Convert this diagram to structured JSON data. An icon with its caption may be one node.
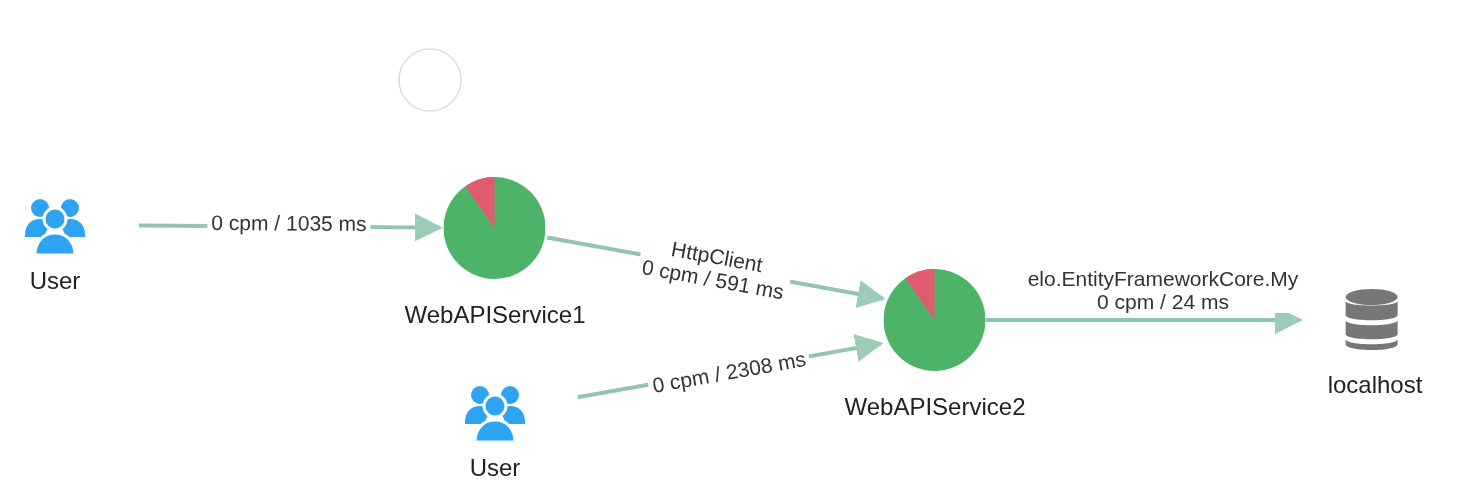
{
  "diagram": {
    "nodes": [
      {
        "text": [],
        "shape": "circle"
      },
      {
        "text": [
          "User"
        ]
      },
      {
        "text": [
          "WebAPIService1"
        ]
      },
      {
        "text": [
          "WebAPIService2"
        ]
      },
      {
        "text": [
          "User"
        ]
      },
      {
        "text": [
          "localhost"
        ]
      }
    ],
    "edges": [
      {
        "from": 1,
        "to": 2,
        "arrow": "to",
        "label": "0 cpm / 1035 ms"
      },
      {
        "from": 2,
        "to": 3,
        "arrow": "to",
        "label": "HttpClient 0 cpm / 591 ms"
      },
      {
        "from": 4,
        "to": 3,
        "arrow": "to",
        "label": "0 cpm / 2308 ms"
      },
      {
        "from": 3,
        "to": 5,
        "arrow": "to",
        "label": "elo.EntityFrameworkCore.My 0 cpm / 24 ms"
      }
    ]
  }
}
